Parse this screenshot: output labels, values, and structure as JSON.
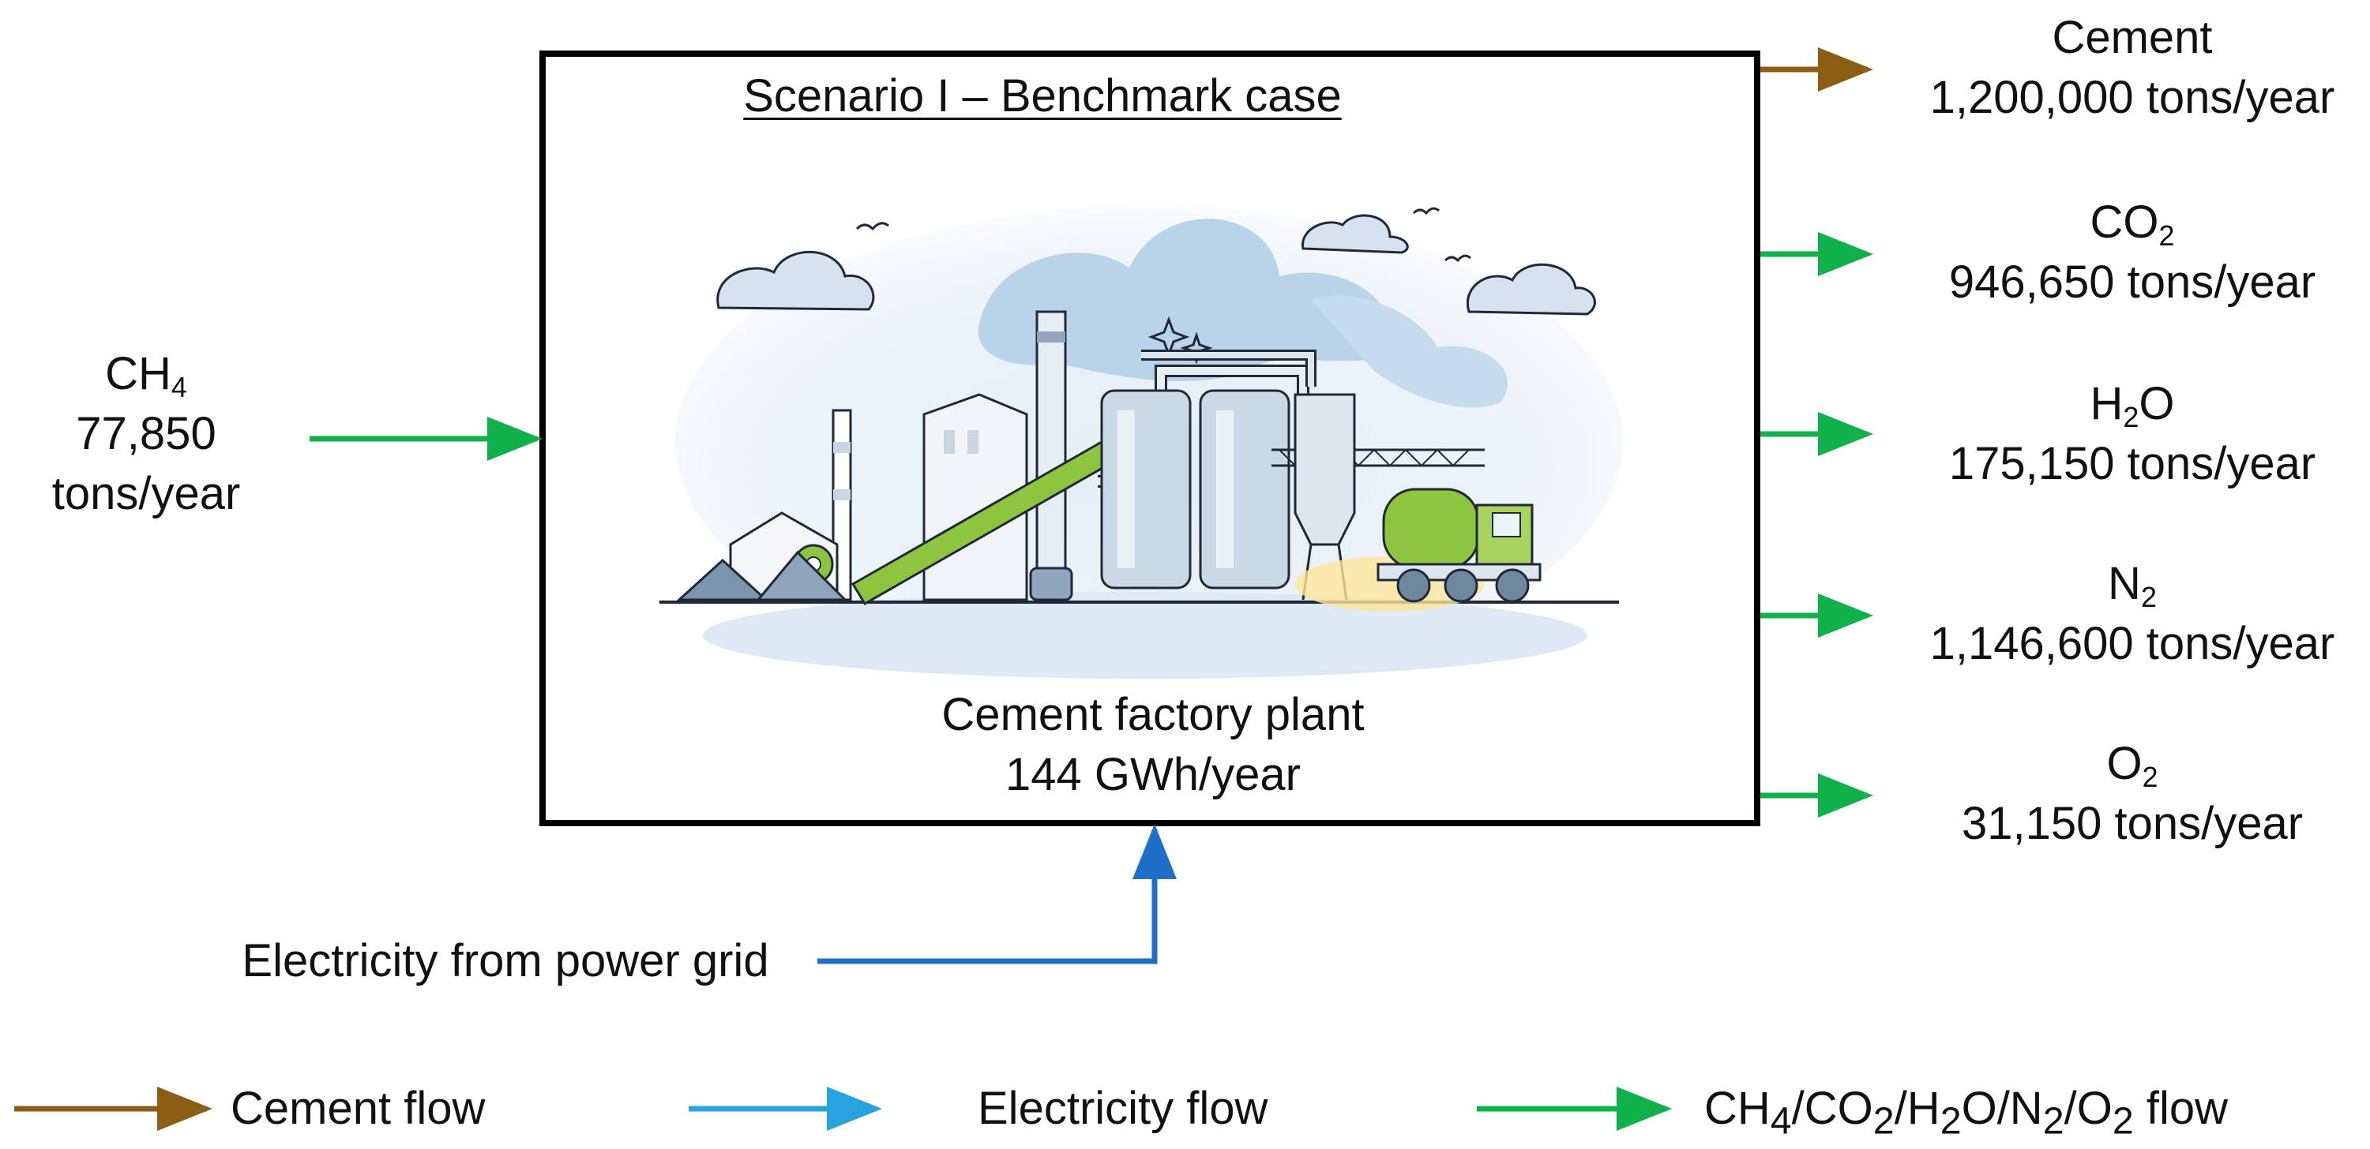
{
  "colors": {
    "cement_flow": "#8B5E14",
    "electricity_flow": "#1E6FC8",
    "electricity_legend": "#29A3E0",
    "gas_flow": "#10B04A"
  },
  "plant": {
    "title": "Scenario I – Benchmark case",
    "name": "Cement factory plant",
    "energy": "144 GWh/year",
    "illustration_icon": "cement-factory-illustration"
  },
  "inputs": {
    "ch4": {
      "species_main": "CH",
      "species_sub": "4",
      "amount": "77,850",
      "unit": "tons/year"
    },
    "electricity": {
      "label": "Electricity from power grid"
    }
  },
  "outputs": {
    "cement": {
      "name": "Cement",
      "amount": "1,200,000 tons/year"
    },
    "co2": {
      "species_main": "CO",
      "species_sub": "2",
      "amount": "946,650 tons/year"
    },
    "h2o": {
      "species_a": "H",
      "species_sub": "2",
      "species_b": "O",
      "amount": "175,150 tons/year"
    },
    "n2": {
      "species_main": "N",
      "species_sub": "2",
      "amount": "1,146,600 tons/year"
    },
    "o2": {
      "species_main": "O",
      "species_sub": "2",
      "amount": "31,150 tons/year"
    }
  },
  "legend": {
    "cement": "Cement flow",
    "electricity": "Electricity flow",
    "gas": {
      "ch": "CH",
      "s4": "4",
      "co": "/CO",
      "s2a": "2",
      "h": "/H",
      "s2b": "2",
      "o": "O/N",
      "s2c": "2",
      "o2": "/O",
      "s2d": "2",
      "flow": " flow"
    }
  }
}
